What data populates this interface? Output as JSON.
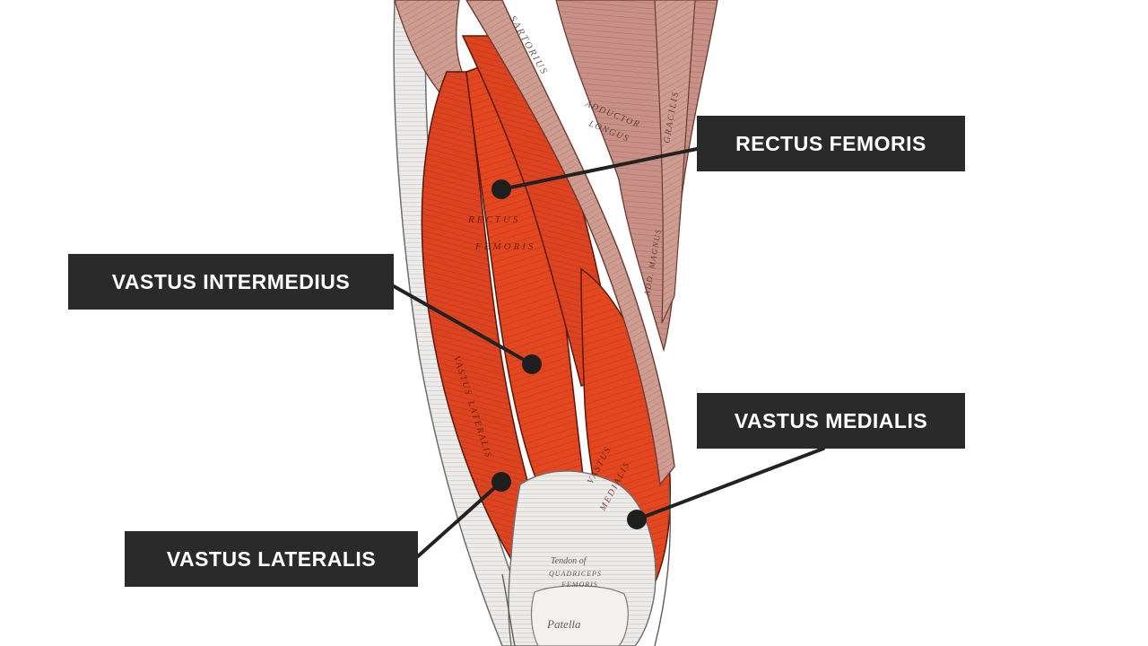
{
  "labels": {
    "rectus_femoris": "RECTUS FEMORIS",
    "vastus_intermedius": "VASTUS INTERMEDIUS",
    "vastus_medialis": "VASTUS MEDIALIS",
    "vastus_lateralis": "VASTUS LATERALIS"
  },
  "engraving_text": {
    "sartorius": "SARTORIUS",
    "adductor_longus_1": "ADDUCTOR",
    "adductor_longus_2": "LONGUS",
    "gracilis": "GRACILIS",
    "adductor_magnus": "ADD. MAGNUS",
    "rectus_femoris_1": "RECTUS",
    "rectus_femoris_2": "FEMORIS",
    "vastus_lateralis_1": "VASTUS",
    "vastus_lateralis_2": "LATERALIS",
    "vastus_medialis_1": "VASTUS",
    "vastus_medialis_2": "MEDIALIS",
    "tendon_1": "Tendon of",
    "tendon_2": "QUADRICEPS",
    "tendon_3": "FEMORIS",
    "patella": "Patella"
  },
  "colors": {
    "background": "#ffffff",
    "label_box": "#2a2a2a",
    "label_text": "#ffffff",
    "highlighted_muscle": "#e2471f",
    "other_muscle": "#c9958a",
    "tendon": "#ebe8e4",
    "leader_line": "#222222"
  }
}
